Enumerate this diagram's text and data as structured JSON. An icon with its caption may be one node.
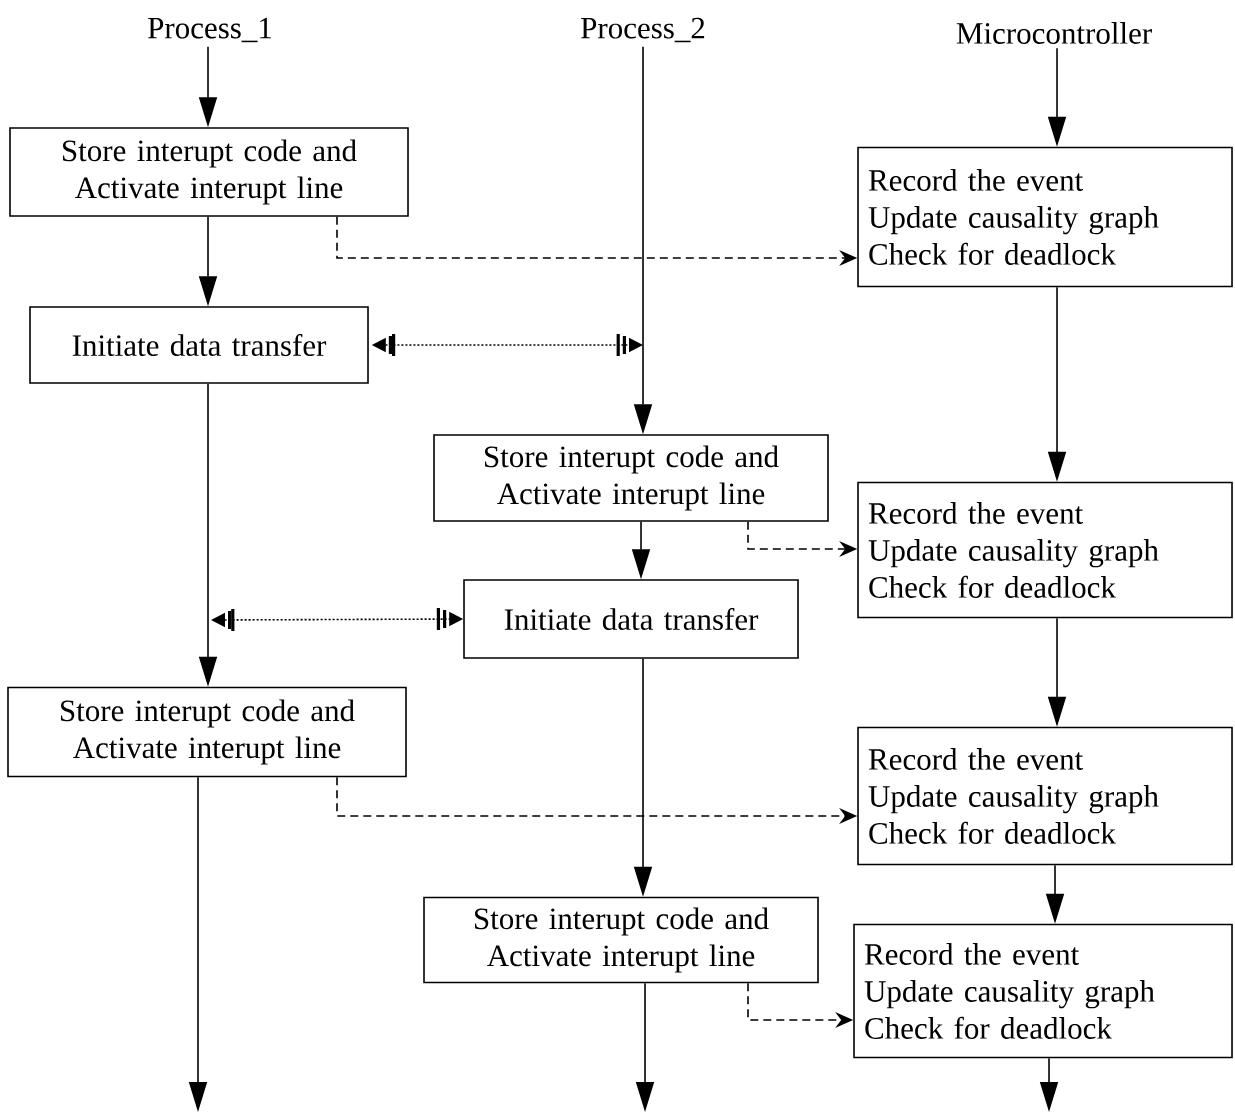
{
  "diagram": {
    "nodes": [
      {
        "text": [
          "Process_1"
        ]
      },
      {
        "text": [
          "Process_2"
        ]
      },
      {
        "text": [
          "Microcontroller"
        ]
      },
      {
        "text": [
          "Store interupt code and Activate interupt line"
        ]
      },
      {
        "text": [
          "Record the event",
          "Update causality graph",
          "Check for deadlock"
        ]
      },
      {
        "text": [
          "Initiate data transfer"
        ]
      },
      {
        "text": [
          "Store interupt code and Activate interupt line"
        ]
      },
      {
        "text": [
          "Record the event",
          "Update causality graph",
          "Check for deadlock"
        ]
      },
      {
        "text": [
          "Initiate data transfer"
        ]
      },
      {
        "text": [
          "Store interupt code and Activate interupt line"
        ]
      },
      {
        "text": [
          "Record the event",
          "Update causality graph",
          "Check for deadlock"
        ]
      },
      {
        "text": [
          "Store interupt code and Activate interupt line"
        ]
      },
      {
        "text": [
          "Record the event",
          "Update causality graph",
          "Check for deadlock"
        ]
      }
    ],
    "edges": [
      {
        "from": 0,
        "to": 3,
        "arrow": "to"
      },
      {
        "from": 2,
        "to": 4,
        "arrow": "to"
      },
      {
        "from": 3,
        "to": 5,
        "arrow": "to"
      },
      {
        "from": 3,
        "to": 4,
        "arrow": "to",
        "style": "dashed"
      },
      {
        "from": 5,
        "to": null,
        "arrow": "both",
        "style": "dashed"
      },
      {
        "from": 4,
        "to": 7,
        "arrow": "to"
      },
      {
        "from": 1,
        "to": 6,
        "arrow": "to"
      },
      {
        "from": 6,
        "to": 7,
        "arrow": "to",
        "style": "dashed"
      },
      {
        "from": 6,
        "to": 8,
        "arrow": "to"
      },
      {
        "from": null,
        "to": 8,
        "arrow": "both",
        "style": "dashed"
      },
      {
        "from": 5,
        "to": 9,
        "arrow": "to"
      },
      {
        "from": 7,
        "to": 10,
        "arrow": "to"
      },
      {
        "from": 9,
        "to": 10,
        "arrow": "to",
        "style": "dashed"
      },
      {
        "from": 8,
        "to": 11,
        "arrow": "to"
      },
      {
        "from": 10,
        "to": 12,
        "arrow": "to"
      },
      {
        "from": 11,
        "to": 12,
        "arrow": "to",
        "style": "dashed"
      },
      {
        "from": 9,
        "to": null,
        "arrow": "to"
      },
      {
        "from": 11,
        "to": null,
        "arrow": "to"
      },
      {
        "from": 12,
        "to": null,
        "arrow": "to"
      }
    ]
  }
}
